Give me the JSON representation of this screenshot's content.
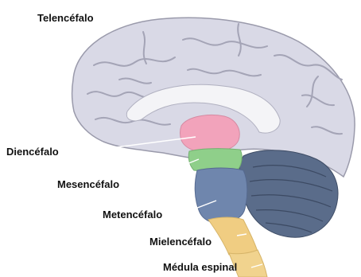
{
  "labels": {
    "telencefalo": "Telencéfalo",
    "diencefalo": "Diencéfalo",
    "mesencefalo": "Mesencéfalo",
    "metencefalo": "Metencéfalo",
    "mielencefalo": "Mielencéfalo",
    "medula": "Médula espinal"
  },
  "colors": {
    "cortex": "#d9d9e6",
    "cortex_outline": "#9a9aab",
    "sulcus": "#a4a4b6",
    "corpus_callosum": "#f4f4f7",
    "diencephalon": "#f2a3bb",
    "mesencephalon": "#8fcf8a",
    "metencephalon": "#6f86ad",
    "cerebellum": "#5a6c8a",
    "myelencephalon": "#f0cd82",
    "spinal_cord": "#f1d38e",
    "leader_line": "#ffffff"
  }
}
